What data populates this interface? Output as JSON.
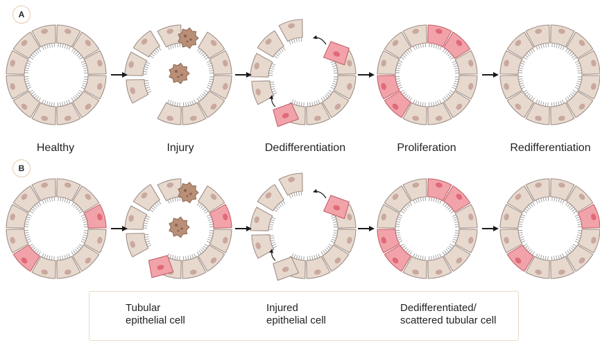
{
  "panels": {
    "a": "A",
    "b": "B"
  },
  "stages": [
    "Healthy",
    "Injury",
    "Dedifferentiation",
    "Proliferation",
    "Redifferentiation"
  ],
  "legend": {
    "tubular": [
      "Tubular",
      "epithelial cell"
    ],
    "injured": [
      "Injured",
      "epithelial cell"
    ],
    "dediff": [
      "Dedifferentiated/",
      "scattered tubular cell"
    ]
  },
  "colors": {
    "normal_cell": "#e8d9cf",
    "normal_stroke": "#9e8e86",
    "normal_nucleus": "#c9a89e",
    "pink_cell": "#f2a3aa",
    "pink_stroke": "#c2606a",
    "pink_nucleus": "#e06a78",
    "injured_cell": "#b98f77",
    "brush_border": "#8e8e8e",
    "badge_border": "#e8c9a8"
  },
  "icons": [
    "tubule-ring-icon",
    "injured-cell-icon",
    "curved-arrow-icon",
    "right-arrow-icon"
  ]
}
